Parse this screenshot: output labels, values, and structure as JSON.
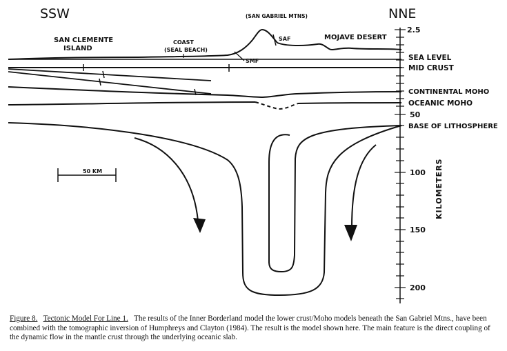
{
  "labels": {
    "ssw": "SSW",
    "nne": "NNE",
    "san_gabriel": "(SAN GABRIEL MTNS)",
    "saf": "SAF",
    "smf": "SMF",
    "mojave": "MOJAVE DESERT",
    "san_clemente_line1": "SAN CLEMENTE",
    "san_clemente_line2": "ISLAND",
    "coast_line1": "COAST",
    "coast_line2": "(SEAL BEACH)",
    "scale_bar": "50 KM"
  },
  "depth_axis": {
    "title": "KILOMETERS",
    "ticks": [
      "2.5",
      "50",
      "100",
      "150",
      "200"
    ],
    "layers": [
      "SEA LEVEL",
      "MID CRUST",
      "CONTINENTAL MOHO",
      "OCEANIC MOHO",
      "BASE OF LITHOSPHERE"
    ]
  },
  "caption": {
    "label": "Figure 8.",
    "title": "Tectonic Model For Line 1.",
    "text": "The results of the Inner Borderland model the lower crust/Moho models beneath the San Gabriel Mtns., have been combined with the tomographic inversion of Humphreys and Clayton (1984). The result is the model shown here. The main feature is the direct coupling of the dynamic flow in the mantle crust through the underlying oceanic slab."
  }
}
